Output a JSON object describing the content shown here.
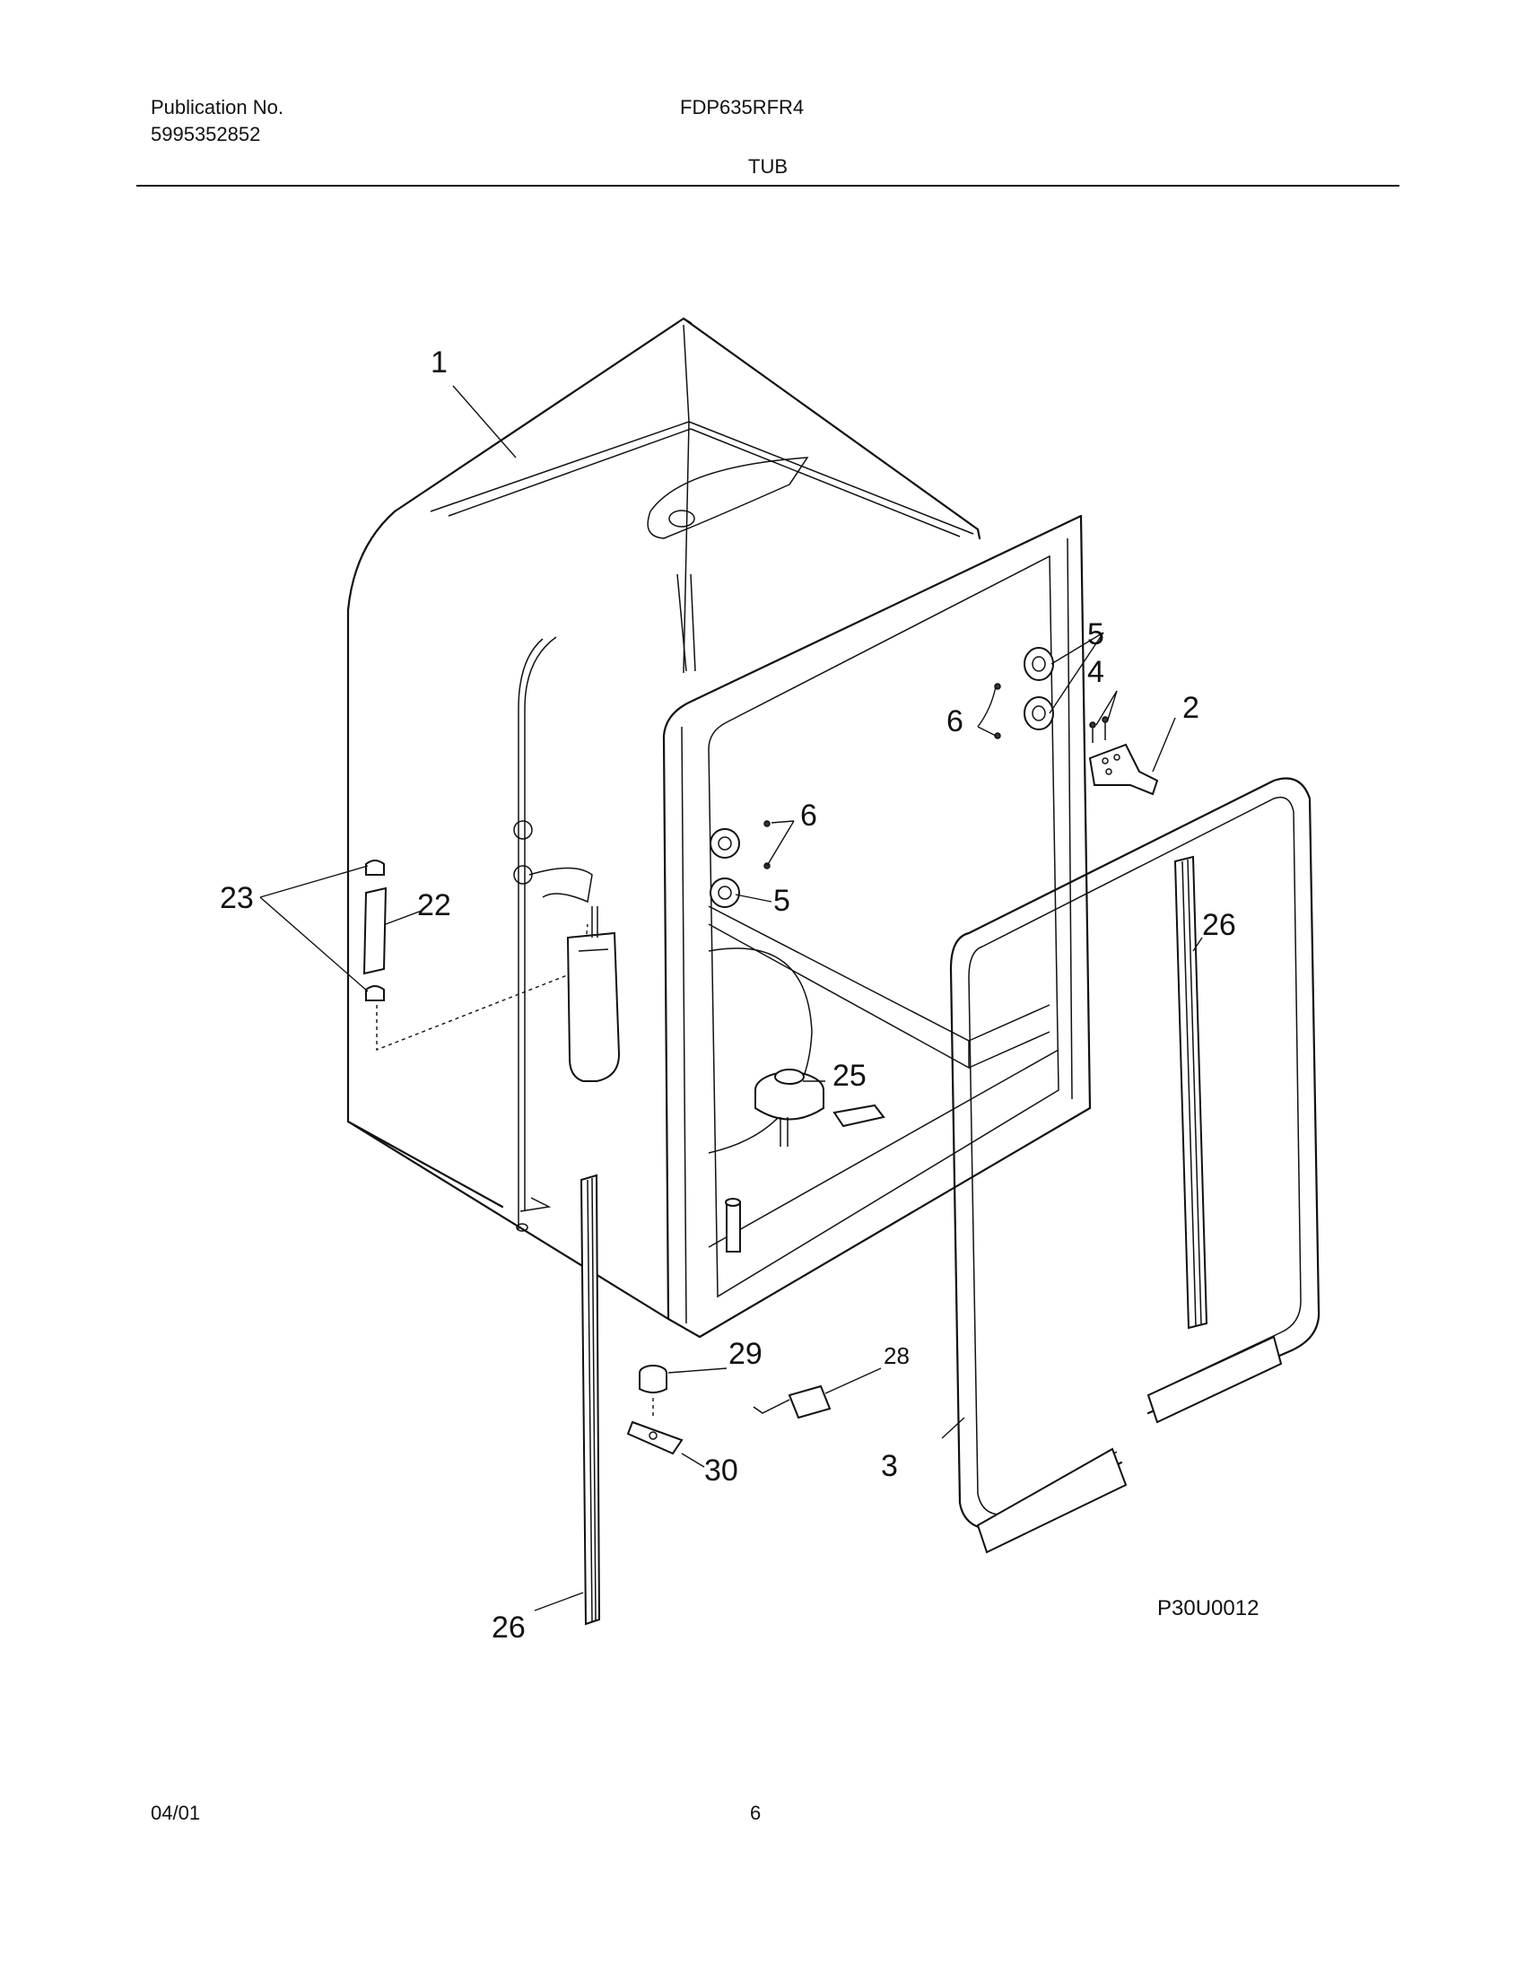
{
  "header": {
    "publication_label": "Publication No.",
    "publication_number": "5995352852",
    "model": "FDP635RFR4",
    "section": "TUB"
  },
  "diagram": {
    "callouts": {
      "c1": "1",
      "c2": "2",
      "c3": "3",
      "c4": "4",
      "c5a": "5",
      "c5b": "5",
      "c6a": "6",
      "c6b": "6",
      "c22": "22",
      "c23": "23",
      "c25": "25",
      "c26a": "26",
      "c26b": "26",
      "c28": "28",
      "c29": "29",
      "c30": "30"
    },
    "drawing_code": "P30U0012"
  },
  "footer": {
    "date": "04/01",
    "page": "6"
  }
}
